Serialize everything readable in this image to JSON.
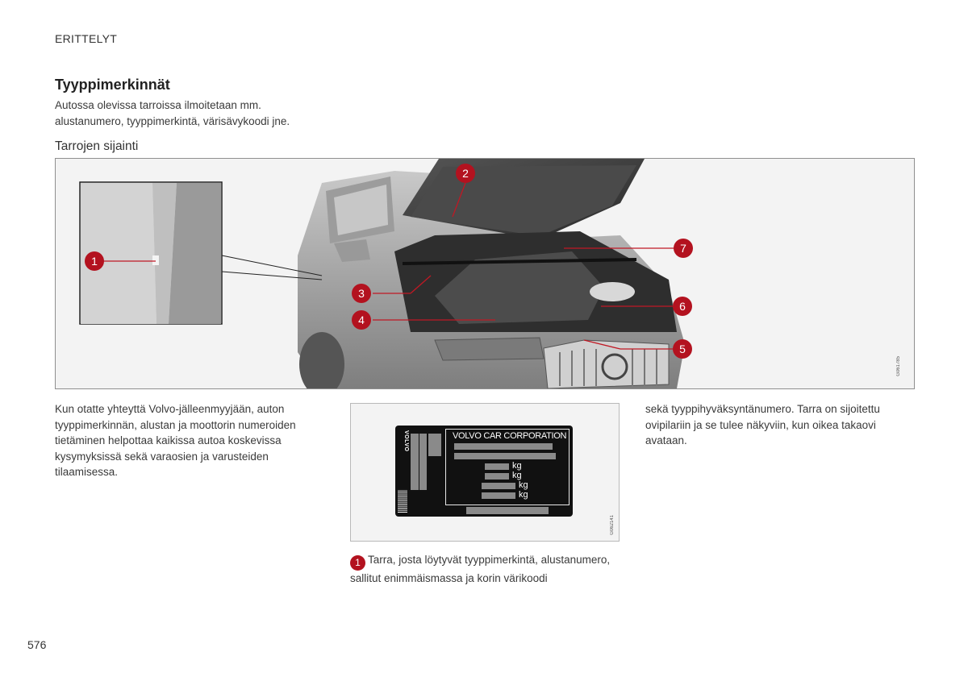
{
  "header": {
    "section": "ERITTELYT"
  },
  "title": "Tyyppimerkinnät",
  "intro": "Autossa olevissa tarroissa ilmoitetaan mm. alustanumero, tyyppimerkintä, värisävykoodi jne.",
  "subheading": "Tarrojen sijainti",
  "main_figure": {
    "callouts": [
      "1",
      "2",
      "3",
      "4",
      "5",
      "6",
      "7"
    ],
    "code": "G061785"
  },
  "body": {
    "col1": "Kun otatte yhteyttä Volvo-jälleenmyyjään, auton tyyppimerkinnän, alustan ja moottorin numeroiden tietäminen helpottaa kaikissa autoa koskevissa kysymyksissä sekä varaosien ja varusteiden tilaamisessa.",
    "col3": "sekä tyyppihyväksyntänumero. Tarra on sijoitettu ovipilariin ja se tulee näkyviin, kun oikea takaovi avataan."
  },
  "label_figure": {
    "brand": "VOLVO",
    "plate_title": "VOLVO CAR CORPORATION",
    "units": [
      "kg",
      "kg",
      "kg",
      "kg"
    ],
    "code": "G062141"
  },
  "caption": {
    "number": "1",
    "text": "Tarra, josta löytyvät tyyppimerkintä, alustanumero, sallitut enimmäismassa ja korin värikoodi"
  },
  "page_number": "576",
  "colors": {
    "callout": "#b3121f"
  }
}
